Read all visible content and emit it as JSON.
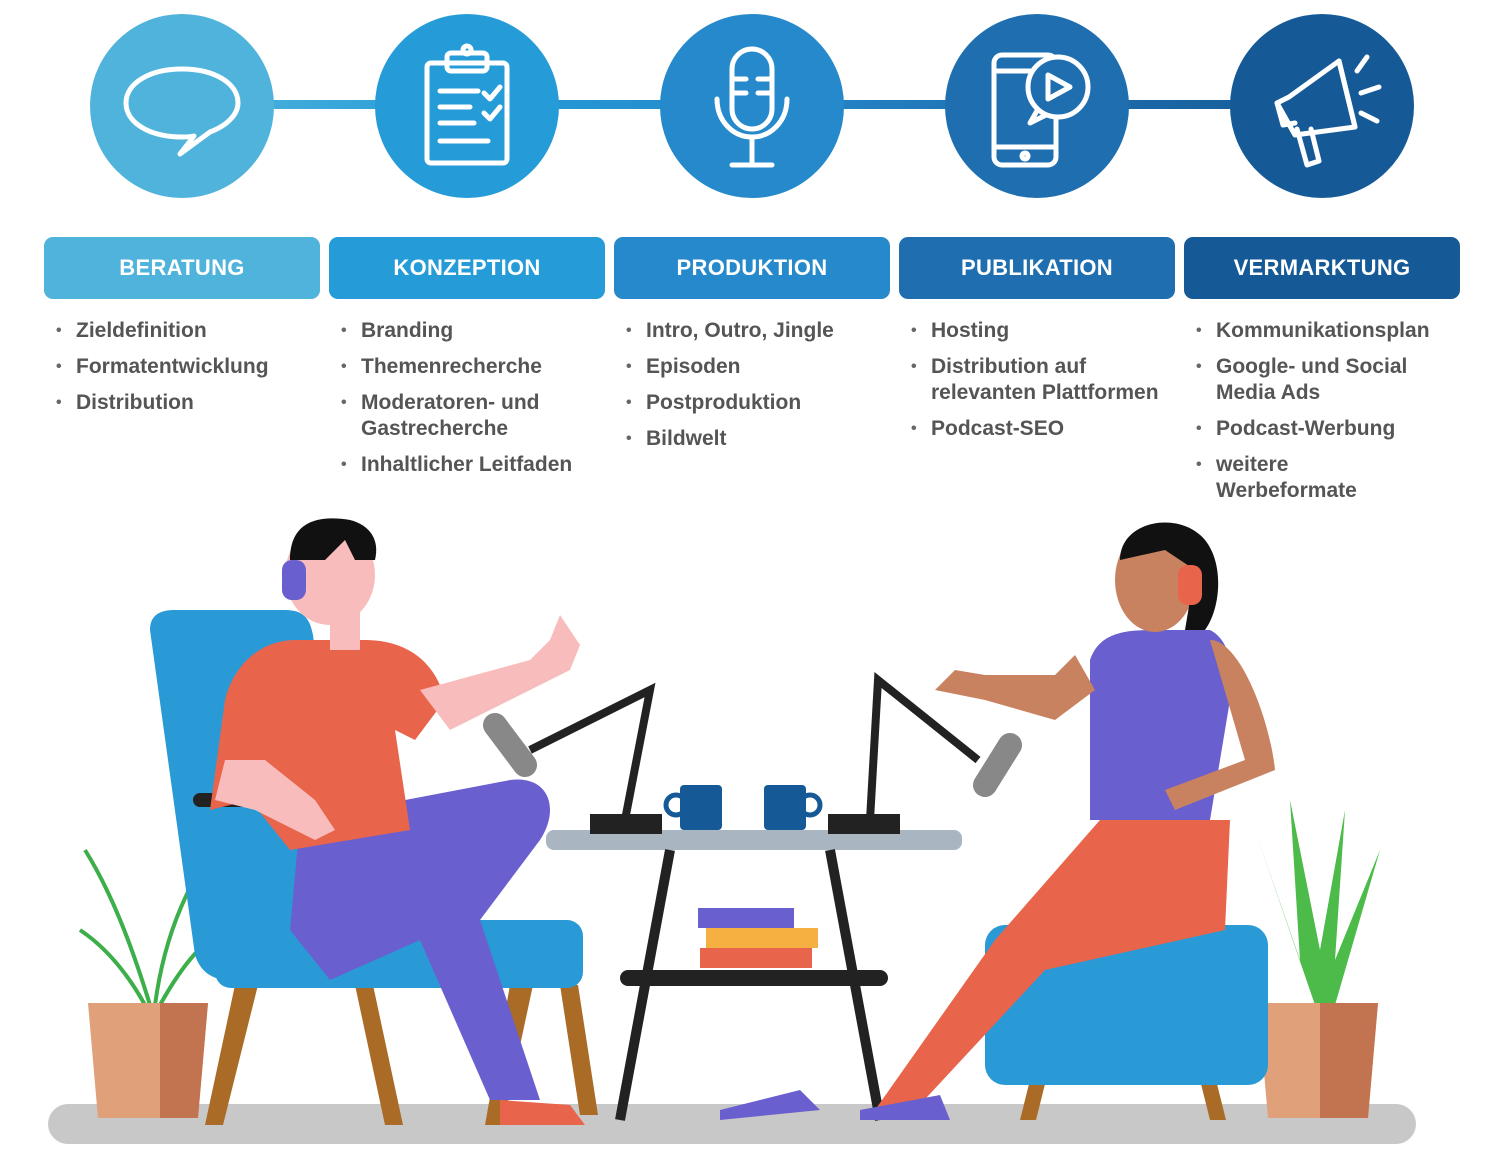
{
  "colors": {
    "step1": "#4fb3dc",
    "step2": "#259cd8",
    "step3": "#2589cc",
    "step4": "#1f6fb0",
    "step5": "#155a96",
    "text": "#555555"
  },
  "steps": [
    {
      "icon": "speech-bubble-icon",
      "title": "BERATUNG",
      "items": [
        "Zieldefinition",
        "Formatentwicklung",
        "Distribution"
      ]
    },
    {
      "icon": "clipboard-checklist-icon",
      "title": "KONZEPTION",
      "items": [
        "Branding",
        "Themenrecherche",
        "Moderatoren- und Gastrecherche",
        "Inhaltlicher Leitfaden"
      ]
    },
    {
      "icon": "microphone-icon",
      "title": "PRODUKTION",
      "items": [
        "Intro, Outro, Jingle",
        "Episoden",
        "Postproduktion",
        "Bildwelt"
      ]
    },
    {
      "icon": "smartphone-play-icon",
      "title": "PUBLIKATION",
      "items": [
        "Hosting",
        "Distribution auf relevanten Plattformen",
        "Podcast-SEO"
      ]
    },
    {
      "icon": "megaphone-icon",
      "title": "VERMARKTUNG",
      "items": [
        "Kommunikationsplan",
        "Google- und Social Media Ads",
        "Podcast-Werbung",
        "weitere Werbeformate"
      ]
    }
  ]
}
